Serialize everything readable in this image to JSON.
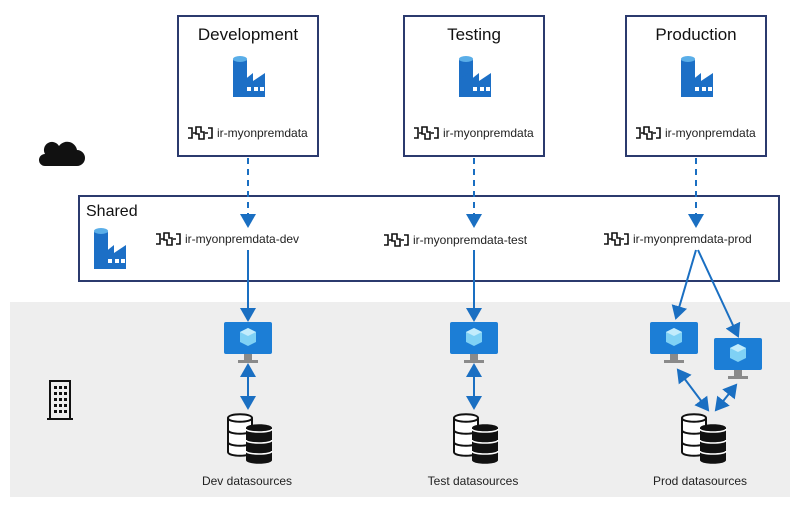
{
  "environments": [
    {
      "title": "Development",
      "ir_name": "ir-myonpremdata"
    },
    {
      "title": "Testing",
      "ir_name": "ir-myonpremdata"
    },
    {
      "title": "Production",
      "ir_name": "ir-myonpremdata"
    }
  ],
  "shared": {
    "title": "Shared",
    "ir_names": [
      "ir-myonpremdata-dev",
      "ir-myonpremdata-test",
      "ir-myonpremdata-prod"
    ]
  },
  "datasources": [
    "Dev datasources",
    "Test datasources",
    "Prod datasources"
  ],
  "icons": {
    "cloud": "cloud-icon",
    "building": "building-icon",
    "factory": "data-factory-icon",
    "integration_runtime": "integration-runtime-icon",
    "vm": "virtual-machine-icon",
    "database": "database-icon"
  },
  "colors": {
    "box_border": "#2b3a6e",
    "arrow": "#1a6fc2",
    "factory_blue": "#1c6fc6",
    "onprem_bg": "#eeeeee"
  }
}
